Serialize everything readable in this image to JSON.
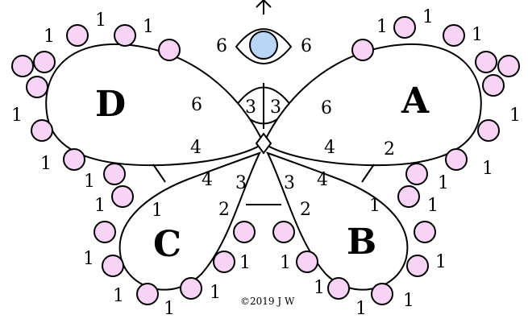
{
  "title": "",
  "colors": {
    "picot": "#f7d4f5",
    "eye": "#b9d6f7",
    "line": "#000000",
    "background": "#ffffff"
  },
  "rings": {
    "A": "A",
    "B": "B",
    "C": "C",
    "D": "D"
  },
  "counts": {
    "one": "1",
    "two": "2",
    "three": "3",
    "four": "4",
    "six": "6"
  },
  "copyright": "©2019 J W"
}
